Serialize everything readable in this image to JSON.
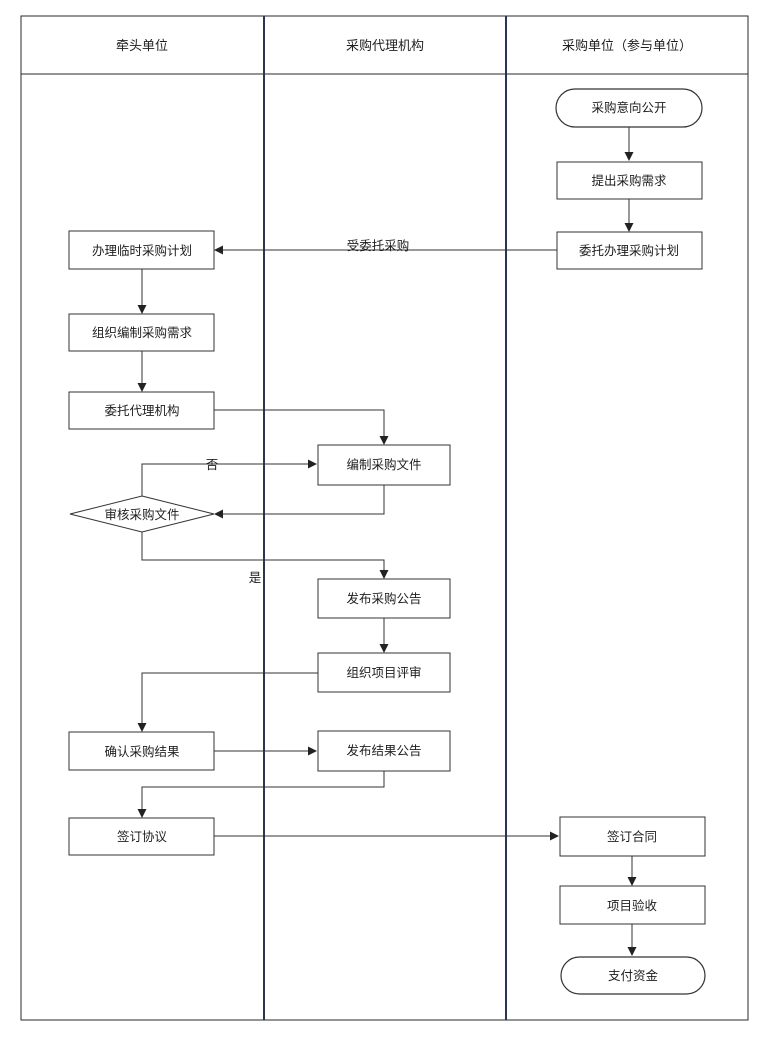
{
  "lanes": {
    "lead": "牵头单位",
    "agency": "采购代理机构",
    "buyer": "采购单位（参与单位）"
  },
  "nodes": {
    "intent_public": "采购意向公开",
    "submit_demand": "提出采购需求",
    "entrust_plan": "委托办理采购计划",
    "handle_temp_plan": "办理临时采购计划",
    "organize_demand": "组织编制采购需求",
    "entrust_agency": "委托代理机构",
    "compile_docs": "编制采购文件",
    "review_docs": "审核采购文件",
    "publish_notice": "发布采购公告",
    "organize_review": "组织项目评审",
    "confirm_result": "确认采购结果",
    "publish_result": "发布结果公告",
    "sign_agreement": "签订协议",
    "sign_contract": "签订合同",
    "acceptance": "项目验收",
    "pay_funds": "支付资金"
  },
  "edge_labels": {
    "entrusted": "受委托采购",
    "no": "否",
    "yes": "是"
  }
}
